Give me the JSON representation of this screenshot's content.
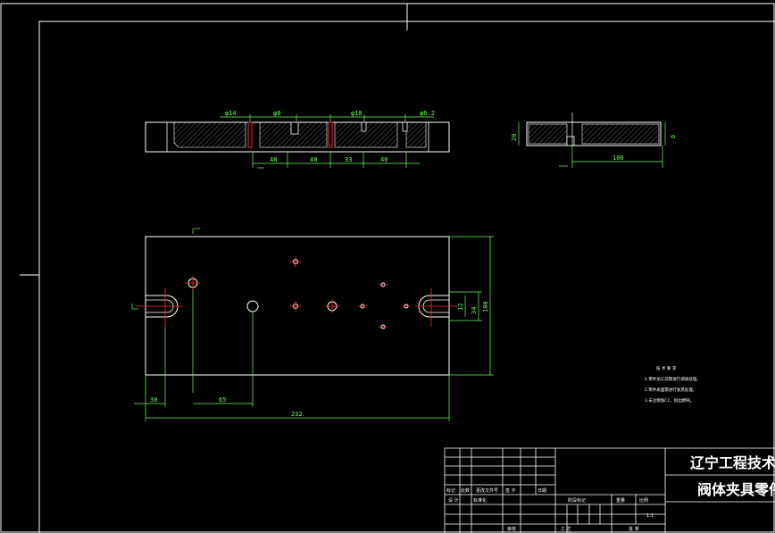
{
  "drawing": {
    "colors": {
      "background": "#000000",
      "outline": "#ffffff",
      "dimension": "#6cff5a",
      "hole_red": "#ff2a2a",
      "hatch": "#8a8a8a"
    },
    "top_section_view": {
      "dims_top": [
        "φ14",
        "φ8",
        "φ10",
        "φ6.2"
      ],
      "dims_bottom": [
        "48",
        "40",
        "33",
        "40"
      ]
    },
    "side_view": {
      "height_dim": "20",
      "right_dim": "6",
      "length_dim": "100"
    },
    "plan_view": {
      "height_dim": "100",
      "slot_dims": [
        "34",
        "12"
      ],
      "bottom_left_dim": "30",
      "hole_dim": "65",
      "overall_length": "232"
    },
    "technical_notes": {
      "title": "技 术 要 求",
      "lines": [
        "1.零件加工前需进行调质处理。",
        "2.零件表面需进行发黑处理。",
        "3.未注倒角C1，锐边倒钝。"
      ]
    },
    "title_block": {
      "school": "辽宁工程技术大学机械",
      "part_name": "阀体夹具零件图",
      "labels": {
        "mark": "标记",
        "count": "处数",
        "change_file": "更改文件号",
        "signature": "签 字",
        "date": "日期",
        "design": "设 计",
        "standardize": "标准化",
        "stage_mark": "阶段标记",
        "weight": "重量",
        "scale": "比例",
        "scale_value": "1:1",
        "review": "审核",
        "process": "工 艺",
        "approve": "批 准"
      }
    }
  }
}
